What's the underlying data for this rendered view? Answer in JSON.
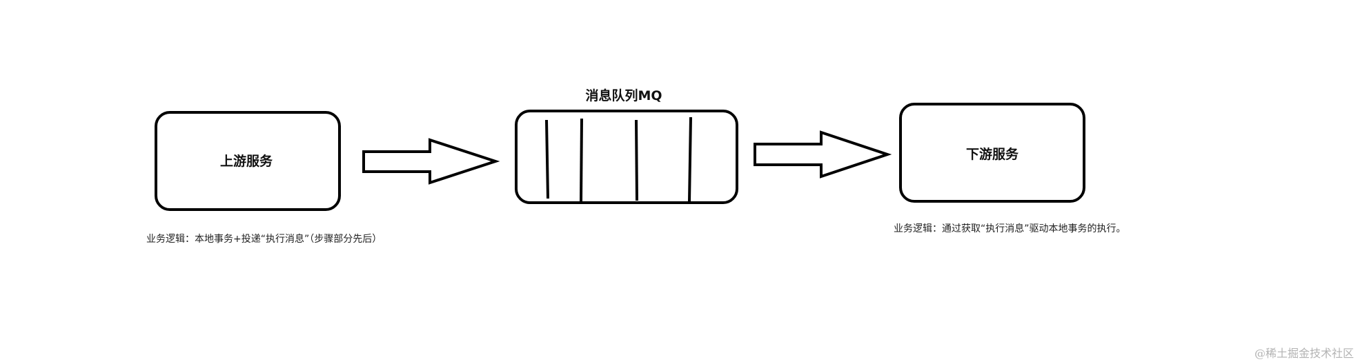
{
  "upstream": {
    "title": "上游服务",
    "caption": "业务逻辑：本地事务+投递“执行消息”（步骤部分先后）"
  },
  "queue": {
    "title": "消息队列MQ"
  },
  "downstream": {
    "title": "下游服务",
    "caption": "业务逻辑：通过获取“执行消息”驱动本地事务的执行。"
  },
  "watermark": "@稀土掘金技术社区"
}
